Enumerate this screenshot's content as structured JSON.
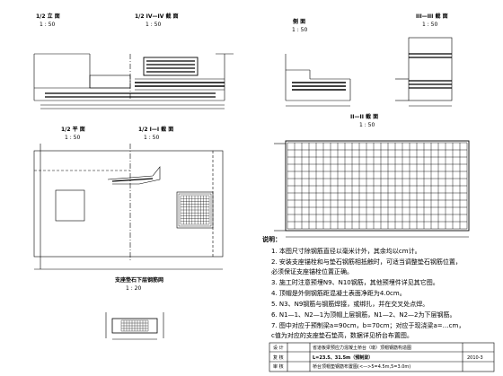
{
  "views": {
    "half_elevation": {
      "title": "1/2 立 面",
      "scale": "1 : 50"
    },
    "half_section_iv": {
      "title": "1/2 IV—IV 截 面",
      "scale": "1 : 50"
    },
    "side_view": {
      "title": "侧 面",
      "scale": "1 : 50"
    },
    "section_iii": {
      "title": "III—III 截 面",
      "scale": "1 : 50"
    },
    "half_plan": {
      "title": "1/2 平 面",
      "scale": "1 : 50"
    },
    "half_section_i": {
      "title": "1/2 I—I 截 面",
      "scale": "1 : 50"
    },
    "section_ii": {
      "title": "II—II 截 面",
      "scale": "1 : 50"
    },
    "pad_detail": {
      "title": "支座垫石下层钢筋网",
      "scale": "1 : 20"
    }
  },
  "notes": {
    "heading": "说明：",
    "items": [
      "1. 本图尺寸除钢筋直径以毫米计外，其余均以cm计。",
      "2. 安装支座锚栓和与垫石钢筋相抵触时，可适当调整垫石钢筋位置，",
      "   必须保证支座锚栓位置正确。",
      "3. 施工时注意预埋N9、N10钢筋，其他预埋件详见其它图。",
      "4. 顶帽是外侧钢筋距混凝土表面净距为4.0cm。",
      "5. N3、N9钢筋与钢筋焊接，或绑扎，并在交叉处点焊。",
      "6. N1—1、N2—1为顶帽上层钢筋，N1—2、N2—2为下层钢筋。",
      "7. 图中对应于预制梁a=90cm，b=70cm；对应于现浇梁a=…cm，",
      "   c值为对应的支座垫石垫高，数据详见桥台布置图。"
    ]
  },
  "title_block": {
    "designed": "设 计",
    "checked": "复 核",
    "reviewed": "审 核",
    "project": "省道板梁预应力混凝土桥台（墩）顶帽钢筋构造图",
    "spans": "L=23.5、31.5m（预制梁）",
    "subtitle": "桥台顶帽垫钢筋布置图(<—>5=4.5m,5=3.0m)",
    "drawing_no": "2010-3"
  }
}
